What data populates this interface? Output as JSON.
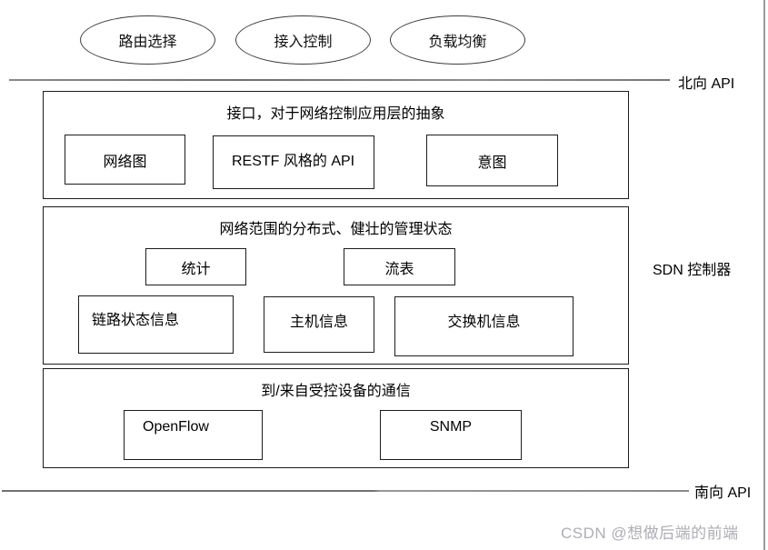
{
  "applications": [
    {
      "label": "路由选择"
    },
    {
      "label": "接入控制"
    },
    {
      "label": "负载均衡"
    }
  ],
  "labels": {
    "northbound": "北向 API",
    "southbound": "南向 API",
    "controller": "SDN 控制器"
  },
  "controller": {
    "interface_layer": {
      "title": "接口，对于网络控制应用层的抽象",
      "boxes": [
        {
          "label": "网络图"
        },
        {
          "label": "RESTF 风格的 API"
        },
        {
          "label": "意图"
        }
      ]
    },
    "state_layer": {
      "title": "网络范围的分布式、健壮的管理状态",
      "boxes": [
        {
          "label": "统计"
        },
        {
          "label": "流表"
        },
        {
          "label": "链路状态信息"
        },
        {
          "label": "主机信息"
        },
        {
          "label": "交换机信息"
        }
      ]
    },
    "communication_layer": {
      "title": "到/来自受控设备的通信",
      "boxes": [
        {
          "label": "OpenFlow"
        },
        {
          "label": "SNMP"
        }
      ]
    }
  },
  "watermark": "CSDN @想做后端的前端",
  "colors": {
    "box_border": "#1c1c1c",
    "ellipse_border": "#3d3d3d",
    "api_line": "#777777",
    "watermark_text": "#aeaeb4"
  }
}
